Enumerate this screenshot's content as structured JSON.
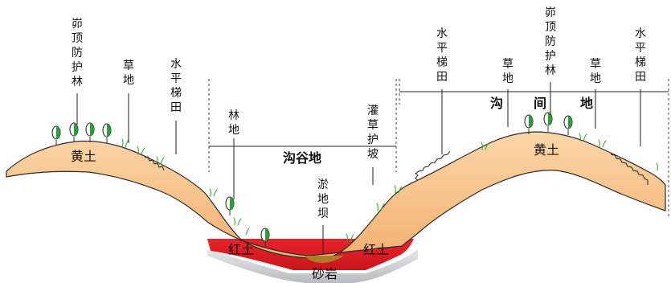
{
  "labels": {
    "ridge_forest_left": "峁顶防护林",
    "grass_left": "草地",
    "terrace_left": "水平梯田",
    "gully_forest": "林地",
    "shrub_slope": "灌草护坡",
    "terrace_right1": "水平梯田",
    "grass_right": "草地",
    "ridge_forest_right": "峁顶防护林",
    "grass_right2": "草地",
    "terrace_right2": "水平梯田",
    "check_dam": "淤地坝"
  },
  "zones": {
    "gully_land": "沟谷地",
    "inter_gully_1": "沟",
    "inter_gully_2": "间",
    "inter_gully_3": "地"
  },
  "soils": {
    "loess_left": "黄土",
    "loess_right": "黄土",
    "red_left": "红土",
    "red_right": "红土",
    "sandstone": "砂岩"
  },
  "colors": {
    "loess": "#f7c58f",
    "red_clay": "#e31e25",
    "sandstone": "#d2d4d6",
    "dam": "#b07a2a",
    "tree": "#2e9e3a"
  }
}
